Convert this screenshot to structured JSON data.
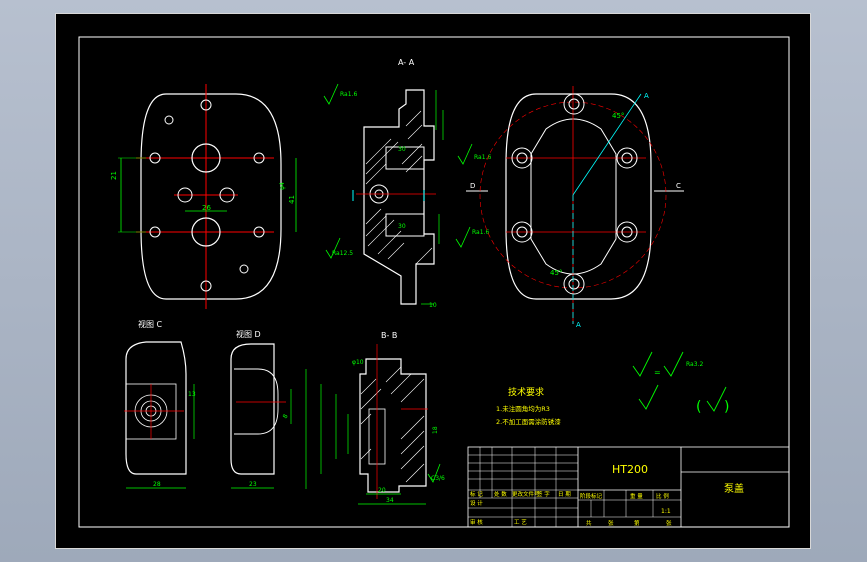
{
  "section_labels": {
    "a_a": "A- A",
    "b_b": "B- B",
    "view_c": "视图 C",
    "view_d": "视图 D",
    "arrow_a": "A",
    "arrow_c": "C",
    "arrow_d": "D"
  },
  "dimensions": {
    "front_height": "21",
    "front_width": "26",
    "front_right": "41",
    "front_right2": "φ4",
    "aa_ra1": "Ra1.6",
    "aa_ra2": "Ra1.6",
    "aa_ra3": "Ra1.6",
    "aa_ra4": "Ra12.5",
    "aa_30a": "30",
    "aa_30b": "30",
    "aa_10": "10",
    "angle1": "45°",
    "angle2": "45°",
    "vc_13": "13",
    "vc_28": "28",
    "vd_23": "23",
    "vd_8": "8",
    "bb_10": "φ10",
    "bb_34": "34",
    "bb_20": "20",
    "bb_ra": "Ra3.2",
    "bb_18": "18",
    "bb_c": "C3/6"
  },
  "tech_req": {
    "title": "技术要求",
    "line1": "1.未注圆角均为R3",
    "line2": "2.不加工面需涂防锈漆"
  },
  "roughness": {
    "eq_value": "Ra3.2",
    "eq_sign": "="
  },
  "title_block": {
    "material": "HT200",
    "part_name": "泵盖",
    "scale": "1:1",
    "r_biaoji": "标 记",
    "r_chushu": "处 数",
    "r_fenqu": "更改文件号",
    "r_qianming": "签 字",
    "r_riqi": "日 期",
    "r_sheji": "设 计",
    "r_shenhe": "审 核",
    "r_gongyi": "工 艺",
    "r_jieduan": "阶段标记",
    "r_zhongliang": "重 量",
    "r_bili": "比 例",
    "r_gong": "共",
    "r_zhang": "张",
    "r_di": "第"
  }
}
